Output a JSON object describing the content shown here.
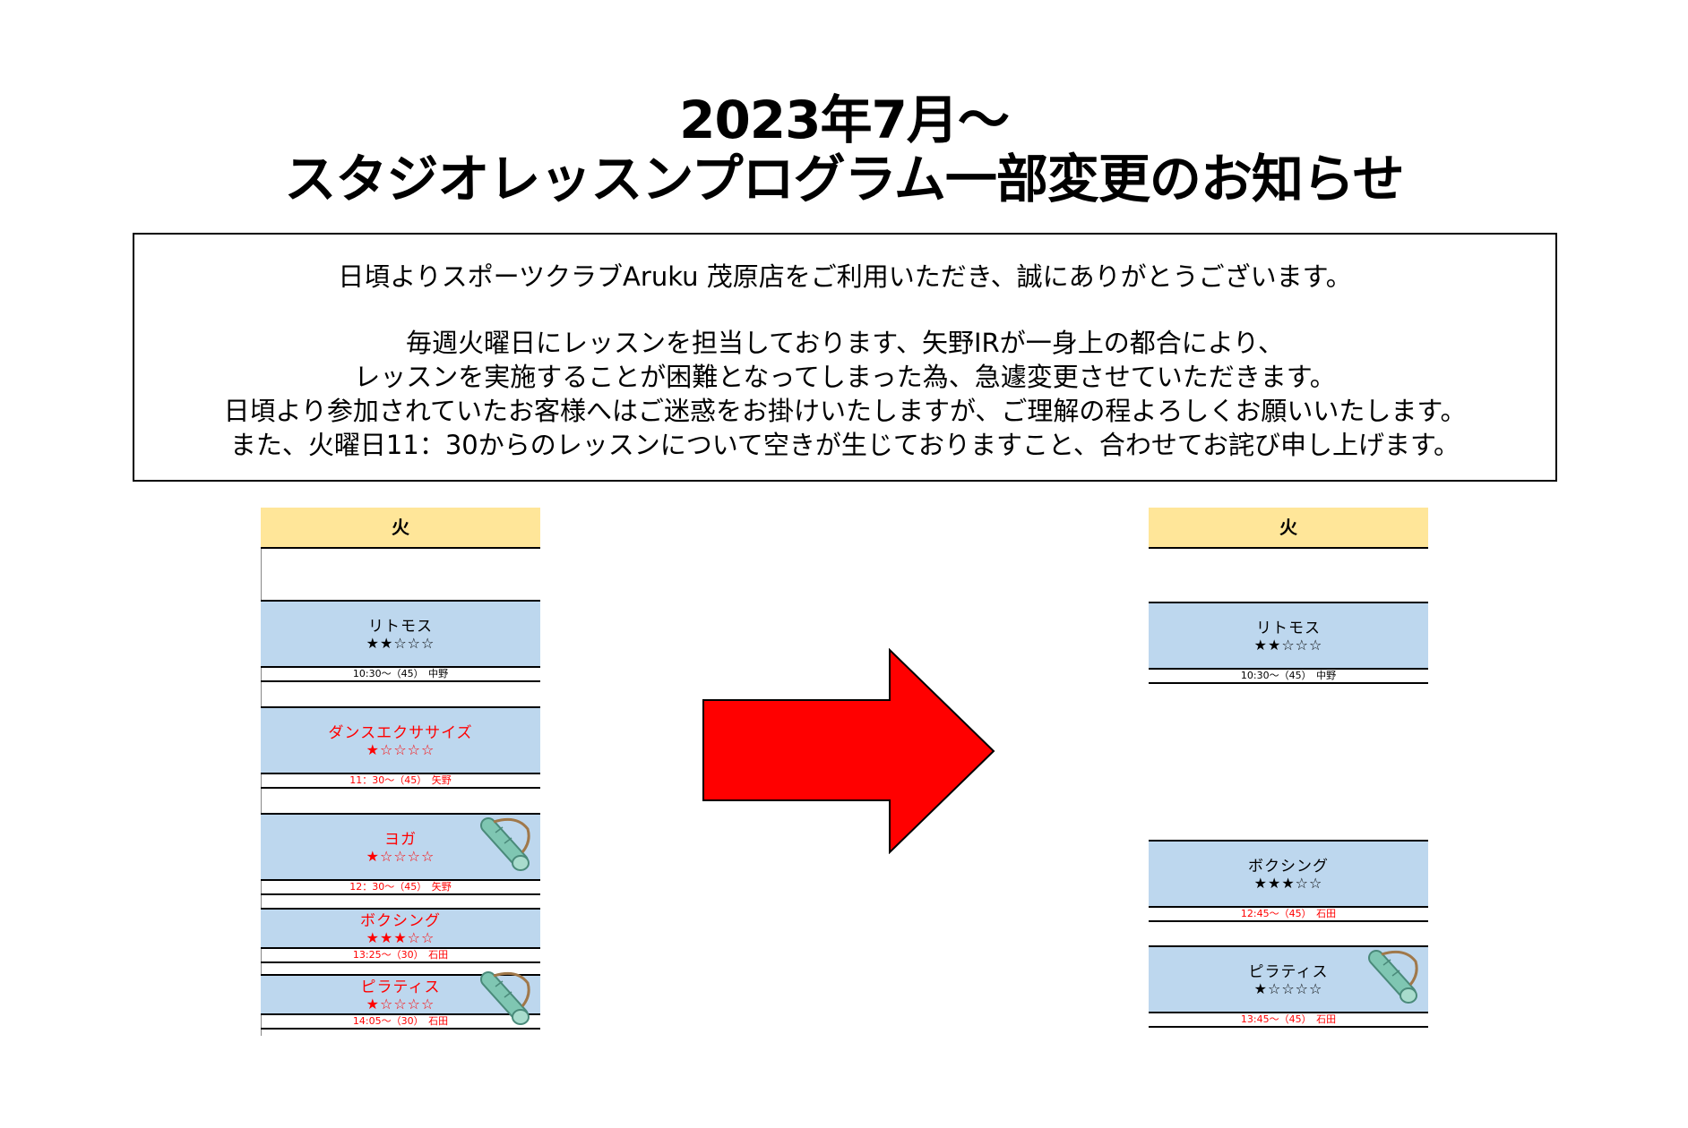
{
  "title": {
    "line1": "2023年7月～",
    "line2": "スタジオレッスンプログラム一部変更のお知らせ"
  },
  "notice": {
    "line1": "日頃よりスポーツクラブAruku 茂原店をご利用いただき、誠にありがとうございます。",
    "line2": "毎週火曜日にレッスンを担当しております、矢野IRが一身上の都合により、",
    "line3": "レッスンを実施することが困難となってしまった為、急遽変更させていただきます。",
    "line4": "日頃より参加されていたお客様へはご迷惑をお掛けいたしますが、ご理解の程よろしくお願いいたします。",
    "line5": "また、火曜日11：30からのレッスンについて空きが生じておりますこと、合わせてお詫び申し上げます。"
  },
  "before": {
    "day": "火",
    "lessons": [
      {
        "name": "リトモス",
        "stars": "★★☆☆☆",
        "info": "10:30～（45）　中野"
      },
      {
        "name": "ダンスエクササイズ",
        "stars": "★☆☆☆☆",
        "info": "11：30～（45）　矢野"
      },
      {
        "name": "ヨガ",
        "stars": "★☆☆☆☆",
        "info": "12：30～（45）　矢野"
      },
      {
        "name": "ボクシング",
        "stars": "★★★☆☆",
        "info": "13:25～（30）　石田"
      },
      {
        "name": "ピラティス",
        "stars": "★☆☆☆☆",
        "info": "14:05～（30）　石田"
      }
    ]
  },
  "after": {
    "day": "火",
    "lessons": [
      {
        "name": "リトモス",
        "stars": "★★☆☆☆",
        "info": "10:30～（45）　中野"
      },
      {
        "name": "ボクシング",
        "stars": "★★★☆☆",
        "info": "12:45～（45）　石田"
      },
      {
        "name": "ピラティス",
        "stars": "★☆☆☆☆",
        "info": "13:45～（45）　石田"
      }
    ]
  },
  "icons": {
    "arrow": "right-arrow-icon",
    "mat": "yoga-mat-icon"
  },
  "colors": {
    "header": "#ffe699",
    "lesson": "#bdd7ee",
    "changed": "#ff0000",
    "arrow": "#ff0000"
  }
}
